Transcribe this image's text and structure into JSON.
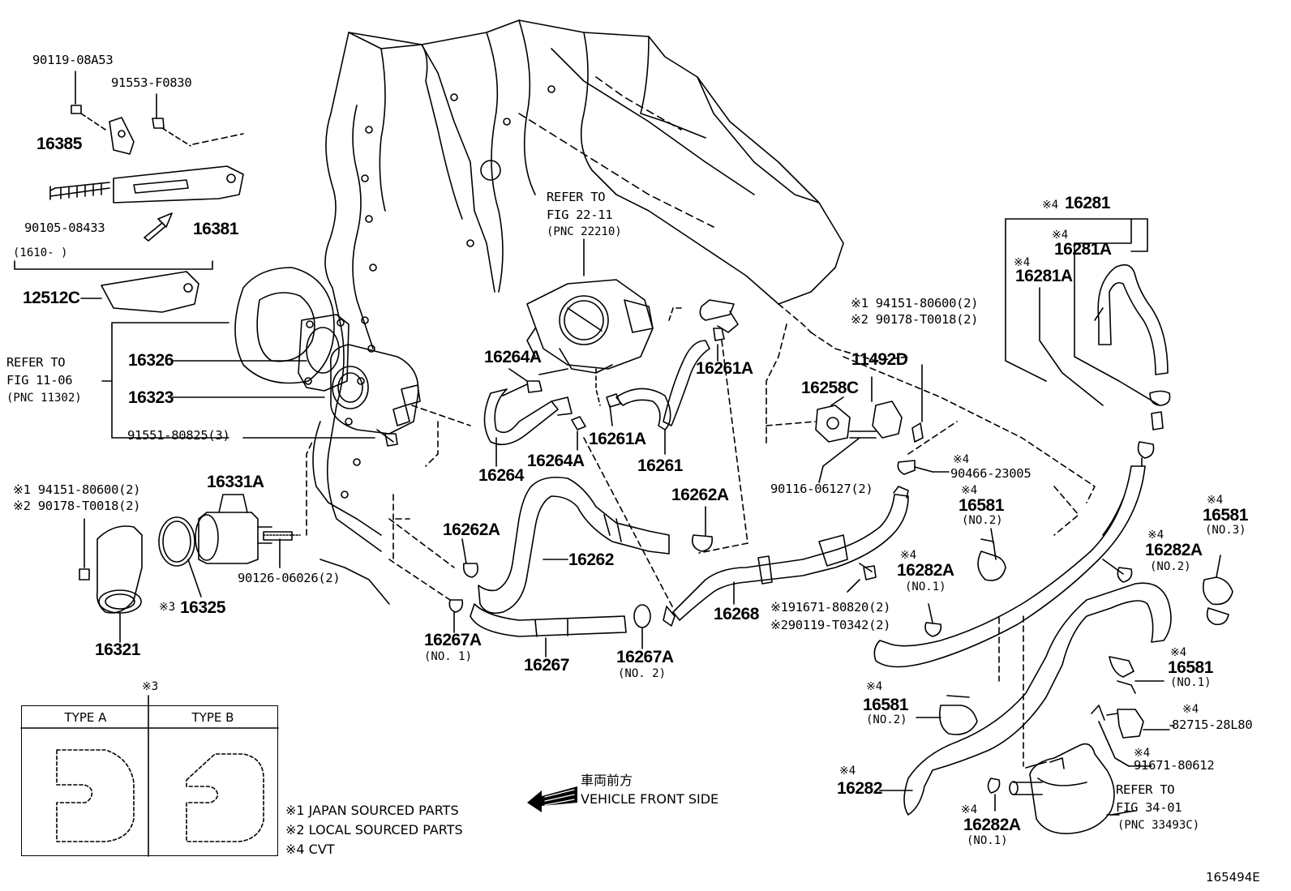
{
  "diagram_id": "165494E",
  "parts": {
    "p_90119_08a53": "90119-08A53",
    "p_91553_f0830": "91553-F0830",
    "p_16385": "16385",
    "p_90105_08433": "90105-08433",
    "p_16381": "16381",
    "date_range": "(1610-      )",
    "p_12512c": "12512C",
    "refer_11_line1": "REFER TO",
    "refer_11_line2": "FIG 11-06",
    "refer_11_line3": "(PNC 11302)",
    "p_16326": "16326",
    "p_16323": "16323",
    "p_91551_80825": "91551-80825(3)",
    "note_94151_left": "※1 94151-80600(2)",
    "note_90178_left": "※2 90178-T0018(2)",
    "p_16331a": "16331A",
    "p_90126_06026": "90126-06026(2)",
    "p_16325": "16325",
    "mark_3_16325": "※3",
    "p_16321": "16321",
    "refer_22_line1": "REFER TO",
    "refer_22_line2": "FIG 22-11",
    "refer_22_line3": "(PNC 22210)",
    "p_16264a_top": "16264A",
    "p_16264": "16264",
    "p_16264a_bottom": "16264A",
    "p_16261a_top": "16261A",
    "p_16261a_mid": "16261A",
    "p_16261": "16261",
    "p_16262a_right": "16262A",
    "p_16262a_left": "16262A",
    "p_16262": "16262",
    "p_16267a_no1": "16267A",
    "no1_16267a": "(NO. 1)",
    "p_16267": "16267",
    "p_16267a_no2": "16267A",
    "no2_16267a": "(NO. 2)",
    "p_16268": "16268",
    "note_91671_80820": "※191671-80820(2)",
    "note_90119_t0342": "※290119-T0342(2)",
    "note_94151_right": "※1 94151-80600(2)",
    "note_90178_right": "※2 90178-T0018(2)",
    "p_11492d": "11492D",
    "p_16258c": "16258C",
    "p_90116_06127": "90116-06127(2)",
    "mark_4_90466": "※4",
    "p_90466_23005": "90466-23005",
    "mark_4_16581_no2_top": "※4",
    "p_16581_no2_top": "16581",
    "no2_16581_top": "(NO.2)",
    "mark_4_16282a_no1_top": "※4",
    "p_16282a_no1_top": "16282A",
    "no1_16282a_top": "(NO.1)",
    "mark_4_16281": "※4",
    "p_16281": "16281",
    "mark_4_16281a_top": "※4",
    "p_16281a_top": "16281A",
    "mark_4_16281a_left": "※4",
    "p_16281a_left": "16281A",
    "mark_4_16581_no3": "※4",
    "p_16581_no3": "16581",
    "no3_16581": "(NO.3)",
    "mark_4_16282a_no2": "※4",
    "p_16282a_no2": "16282A",
    "no2_16282a": "(NO.2)",
    "mark_4_16581_no1": "※4",
    "p_16581_no1": "16581",
    "no1_16581": "(NO.1)",
    "mark_4_82715": "※4",
    "p_82715_28l80": "82715-28L80",
    "mark_4_91671": "※4",
    "p_91671_80612": "91671-80612",
    "mark_4_16581_no2_bottom": "※4",
    "p_16581_no2_bottom": "16581",
    "no2_16581_bottom": "(NO.2)",
    "mark_4_16282": "※4",
    "p_16282": "16282",
    "mark_4_16282a_no1_bottom": "※4",
    "p_16282a_no1_bottom": "16282A",
    "no1_16282a_bottom": "(NO.1)",
    "refer_34_line1": "REFER TO",
    "refer_34_line2": "FIG 34-01",
    "refer_34_line3": "(PNC 33493C)"
  },
  "type_box": {
    "mark": "※3",
    "type_a": "TYPE A",
    "type_b": "TYPE B"
  },
  "front": {
    "jp": "車両前方",
    "en": "VEHICLE FRONT SIDE"
  },
  "legend": {
    "note1": "※1 JAPAN SOURCED PARTS",
    "note2": "※2 LOCAL SOURCED PARTS",
    "note4": "※4 CVT"
  }
}
